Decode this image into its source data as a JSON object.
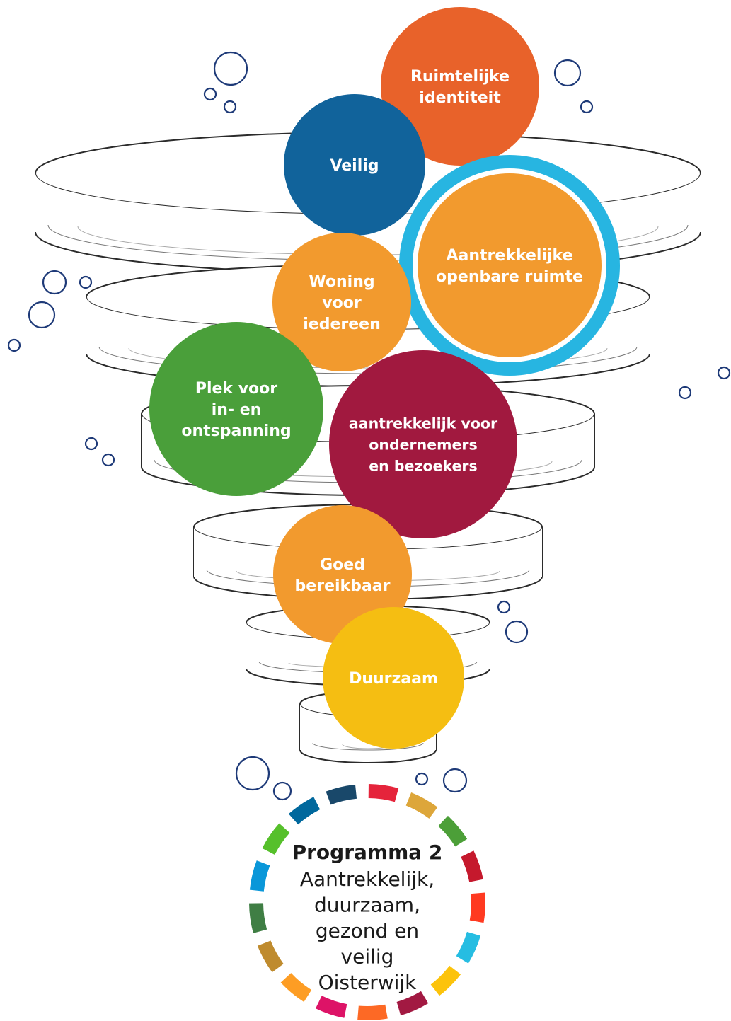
{
  "themes": [
    {
      "id": "ruimtelijke-identiteit",
      "lines": [
        "Ruimtelijke",
        "identiteit"
      ],
      "color": "#e8622a"
    },
    {
      "id": "veilig",
      "lines": [
        "Veilig"
      ],
      "color": "#11639b"
    },
    {
      "id": "aantrekkelijke-openbare-ruimte",
      "lines": [
        "Aantrekkelijke",
        "openbare ruimte"
      ],
      "color": "#f29a2e",
      "ring_color": "#27b5e1"
    },
    {
      "id": "woning-voor-iedereen",
      "lines": [
        "Woning",
        "voor",
        "iedereen"
      ],
      "color": "#f29a2e"
    },
    {
      "id": "plek-voor-in-en-ontspanning",
      "lines": [
        "Plek voor",
        "in- en",
        "ontspanning"
      ],
      "color": "#4a9f3a"
    },
    {
      "id": "aantrekkelijk-voor-ondernemers",
      "lines": [
        "aantrekkelijk voor",
        "ondernemers",
        "en bezoekers"
      ],
      "color": "#a1193f"
    },
    {
      "id": "goed-bereikbaar",
      "lines": [
        "Goed",
        "bereikbaar"
      ],
      "color": "#f29a2e"
    },
    {
      "id": "duurzaam",
      "lines": [
        "Duurzaam"
      ],
      "color": "#f5be12"
    }
  ],
  "program": {
    "title": "Programma 2",
    "lines": [
      "Aantrekkelijk,",
      "duurzaam,",
      "gezond en",
      "veilig",
      "Oisterwijk"
    ]
  },
  "colors": {
    "funnel_stroke": "#2b2b2b",
    "bubble_stroke": "#1e3a78",
    "sdg_ring": [
      "#e5243b",
      "#dda63a",
      "#4c9f38",
      "#c5192d",
      "#ff3a21",
      "#26bde2",
      "#fcc30b",
      "#a21942",
      "#fd6925",
      "#dd1367",
      "#fd9d24",
      "#bf8b2e",
      "#3f7e44",
      "#0a97d9",
      "#56c02b",
      "#00689d",
      "#19486a"
    ]
  }
}
